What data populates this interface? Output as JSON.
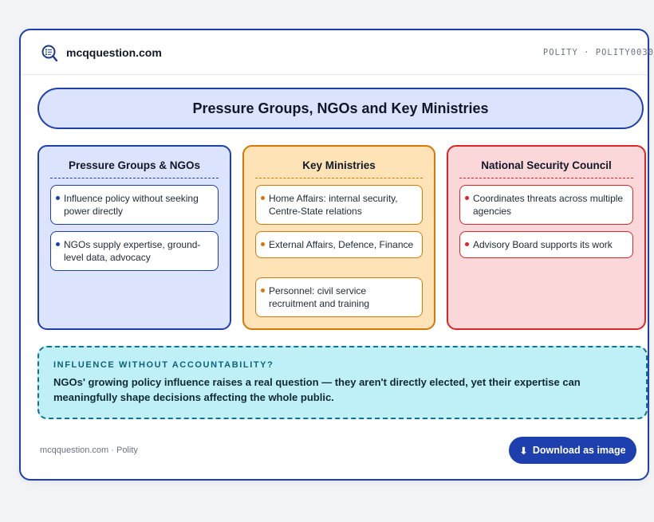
{
  "header": {
    "site_name": "mcqquestion.com",
    "topic": "POLITY · POLITY0030"
  },
  "title": "Pressure Groups, NGOs and Key Ministries",
  "columns": [
    {
      "title": "Pressure Groups & NGOs",
      "items": [
        "Influence policy without seeking power directly",
        "NGOs supply expertise, ground-level data, advocacy"
      ]
    },
    {
      "title": "Key Ministries",
      "items": [
        "Home Affairs: internal security, Centre-State relations",
        "External Affairs, Defence, Finance",
        "Personnel: civil service recruitment and training"
      ]
    },
    {
      "title": "National Security Council",
      "items": [
        "Coordinates threats across multiple agencies",
        "Advisory Board supports its work"
      ]
    }
  ],
  "callout": {
    "label": "INFLUENCE WITHOUT ACCOUNTABILITY?",
    "text": "NGOs' growing policy influence raises a real question — they aren't directly elected, yet their expertise can meaningfully shape decisions affecting the whole public."
  },
  "footer": {
    "text": "mcqquestion.com · Polity",
    "download_label": "Download as image",
    "download_icon": "⬇"
  },
  "colors": {
    "accent": "#1e40af",
    "orange": "#d97706",
    "red": "#dc2626",
    "teal": "#0e7490"
  },
  "icons": {
    "logo": "magnifier-document-logo",
    "download": "download-arrow-icon"
  }
}
